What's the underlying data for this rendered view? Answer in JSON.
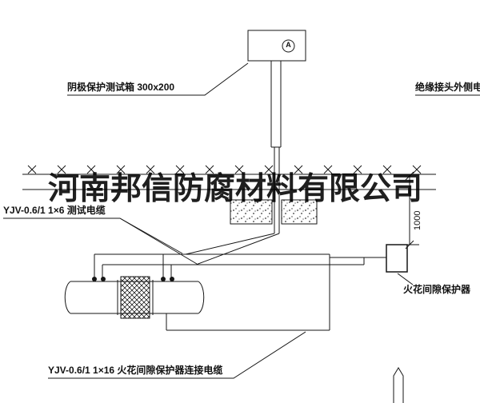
{
  "watermark": {
    "text": "河南邦信防腐材料有限公司"
  },
  "labels": {
    "test_box": "阴极保护测试箱 300x200",
    "insulated_joint_outer_cable": "绝缘接头外侧电缆",
    "test_cable": "YJV-0.6/1 1×6 测试电缆",
    "spark_gap_protector": "火花间隙保护器",
    "spark_gap_cable": "YJV-0.6/1 1×16 火花间隙保护器连接电缆",
    "meter_symbol": "A",
    "dimension_1000": "1000"
  }
}
